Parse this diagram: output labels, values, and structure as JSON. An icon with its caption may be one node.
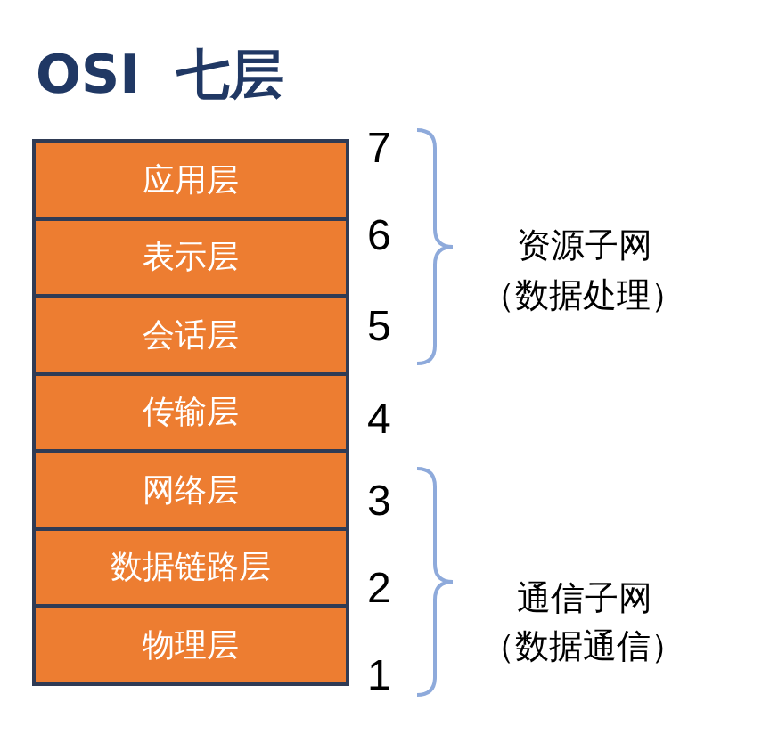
{
  "diagram": {
    "title": "OSI  七层",
    "nodes": [
      {
        "text": [
          "应用层"
        ],
        "beside": [
          "7"
        ]
      },
      {
        "text": [
          "表示层"
        ],
        "beside": [
          "6"
        ]
      },
      {
        "text": [
          "会话层"
        ],
        "beside": [
          "5"
        ]
      },
      {
        "text": [
          "传输层"
        ],
        "beside": [
          "4"
        ]
      },
      {
        "text": [
          "网络层"
        ],
        "beside": [
          "3"
        ]
      },
      {
        "text": [
          "数据链路层"
        ],
        "beside": [
          "2"
        ]
      },
      {
        "text": [
          "物理层"
        ],
        "beside": [
          "1"
        ]
      }
    ],
    "edges": [],
    "labels": [
      "资源子网",
      "（数据处理）",
      "通信子网",
      "（数据通信）"
    ]
  }
}
